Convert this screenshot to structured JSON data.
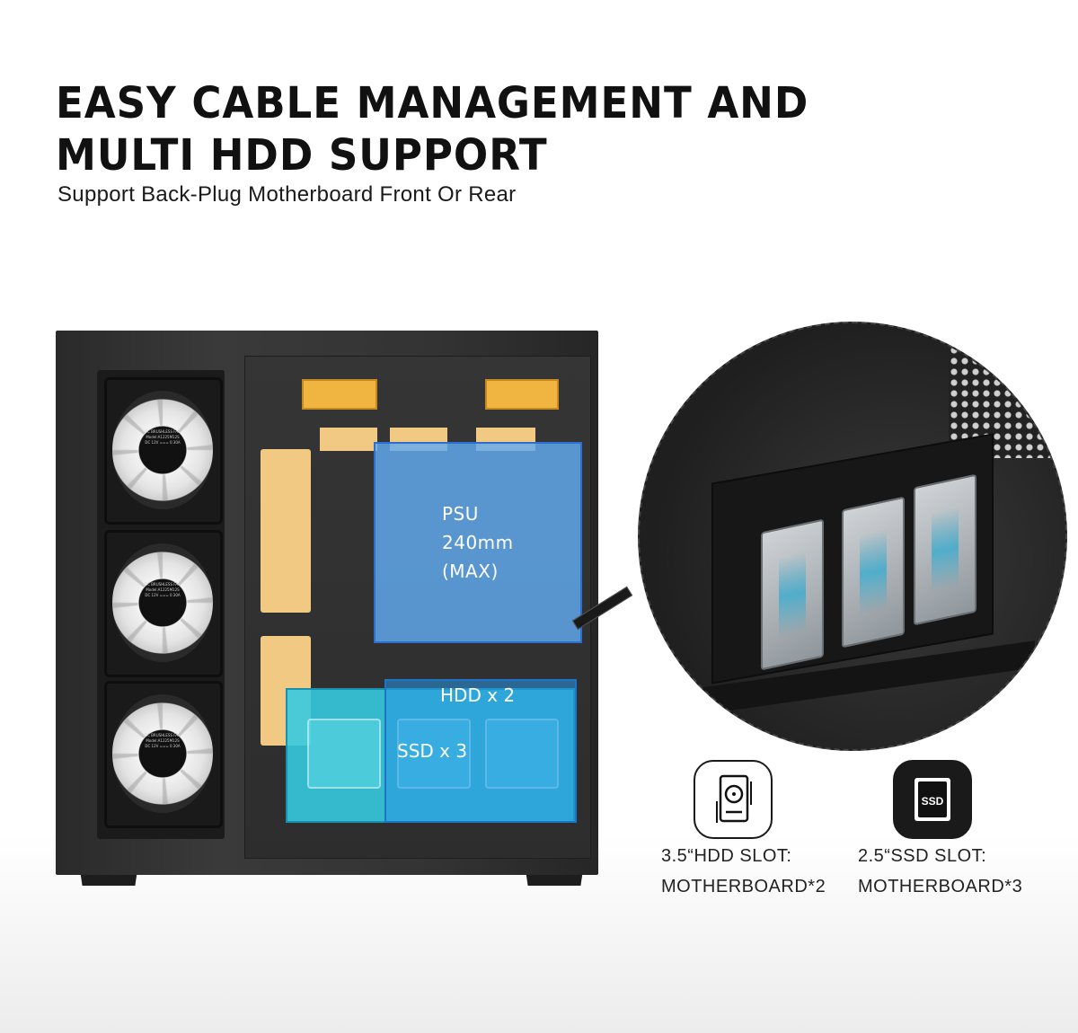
{
  "header": {
    "title_line1": "EASY CABLE MANAGEMENT AND",
    "title_line2": "MULTI HDD SUPPORT",
    "subtitle": "Support Back-Plug Motherboard Front Or Rear"
  },
  "diagram": {
    "psu": {
      "line1": "PSU",
      "line2": "240mm",
      "line3": "(MAX)"
    },
    "hdd_label": "HDD x 2",
    "ssd_label": "SSD x 3",
    "fan_label": {
      "line1": "DC BRUSHLESS FAN",
      "line2": "Model:A1225M12S",
      "line3": "DC 12V === 0.30A"
    }
  },
  "icons": [
    {
      "icon": "hdd-icon",
      "line1": "3.5“HDD SLOT:",
      "line2": "MOTHERBOARD*2"
    },
    {
      "icon": "ssd-icon",
      "badge": "SSD",
      "line1": "2.5“SSD SLOT:",
      "line2": "MOTHERBOARD*3"
    }
  ],
  "colors": {
    "psu_overlay": "#62acf3",
    "hdd_overlay": "#36cadf",
    "cutout": "#f2c982",
    "cutout_amber": "#f0b540"
  }
}
